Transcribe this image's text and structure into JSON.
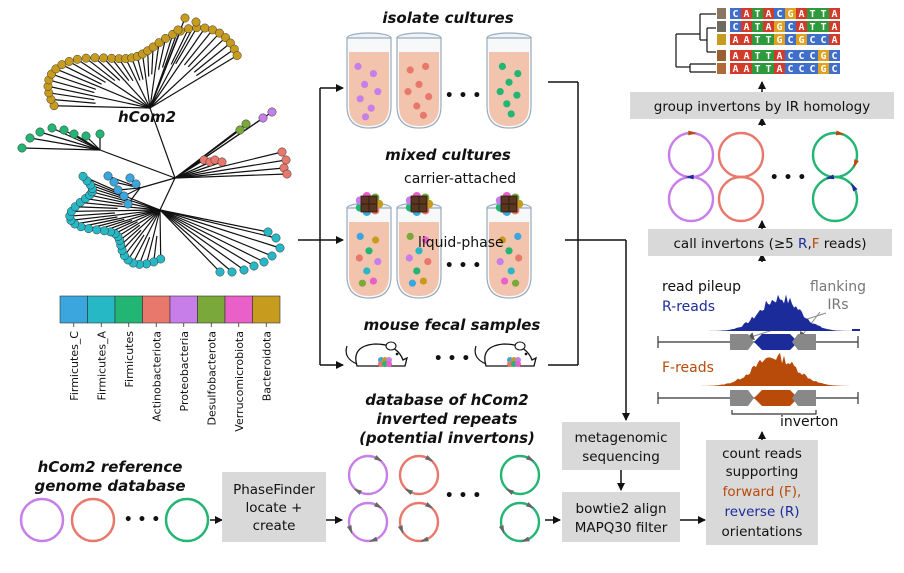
{
  "colors": {
    "firmicutes_c": "#3aa6dd",
    "firmicutes_a": "#26b8c4",
    "firmicutes": "#22b573",
    "actinobacteriota": "#e8786c",
    "proteobacteria": "#c87ee8",
    "desulfobacterota": "#7aa83a",
    "verrucomicrobiota": "#e860c8",
    "bacteroidota": "#c79c1e",
    "forward": "#b84a0a",
    "reverse": "#1b2c9a",
    "gray_box": "#d9d9d9",
    "tube_fill": "#f3c4ad"
  },
  "tree": {
    "label": "hCom2",
    "legend": [
      "Firmicutes_C",
      "Firmicutes_A",
      "Firmicutes",
      "Actinobacteriota",
      "Proteobacteria",
      "Desulfobacterota",
      "Verrucomicrobiota",
      "Bacteroidota"
    ]
  },
  "samples": {
    "isolate": "isolate cultures",
    "mixed": "mixed cultures",
    "carrier": "carrier-attached",
    "liquid": "liquid-phase",
    "mouse": "mouse fecal samples",
    "dots": "• • •"
  },
  "reference": {
    "title_line1": "hCom2 reference",
    "title_line2": "genome database"
  },
  "phasefinder": {
    "line1": "PhaseFinder",
    "line2": "locate +",
    "line3": "create"
  },
  "ir_database": {
    "line1": "database of hCom2",
    "line2": "inverted repeats",
    "line3": "(potential invertons)"
  },
  "sequencing": {
    "line1": "metagenomic",
    "line2": "sequencing"
  },
  "bowtie": {
    "line1": "bowtie2 align",
    "line2": "MAPQ30 filter"
  },
  "count": {
    "line1": "count reads",
    "line2": "supporting",
    "line3": "forward (F),",
    "line4": "reverse (R)",
    "line5": "orientations"
  },
  "pileup": {
    "title": "read pileup",
    "r_reads": "R-reads",
    "f_reads": "F-reads",
    "flanking1": "flanking",
    "flanking2": "IRs",
    "inverton": "inverton"
  },
  "call": {
    "prefix": "call invertons (≥5 ",
    "r": "R",
    "comma": ",",
    "f": "F",
    "suffix": " reads)"
  },
  "group": {
    "label": "group invertons by IR homology"
  },
  "alignment": {
    "rows": [
      "CATACGATTA",
      "CATAGCATTA",
      "AATTGCGCCA",
      "AATTACCCGC",
      "AATTACCCGC"
    ],
    "leaf_colors": [
      "#8a7560",
      "#6f6a60",
      "#c79c1e",
      "#9a5f30",
      "#b06a3a"
    ]
  }
}
